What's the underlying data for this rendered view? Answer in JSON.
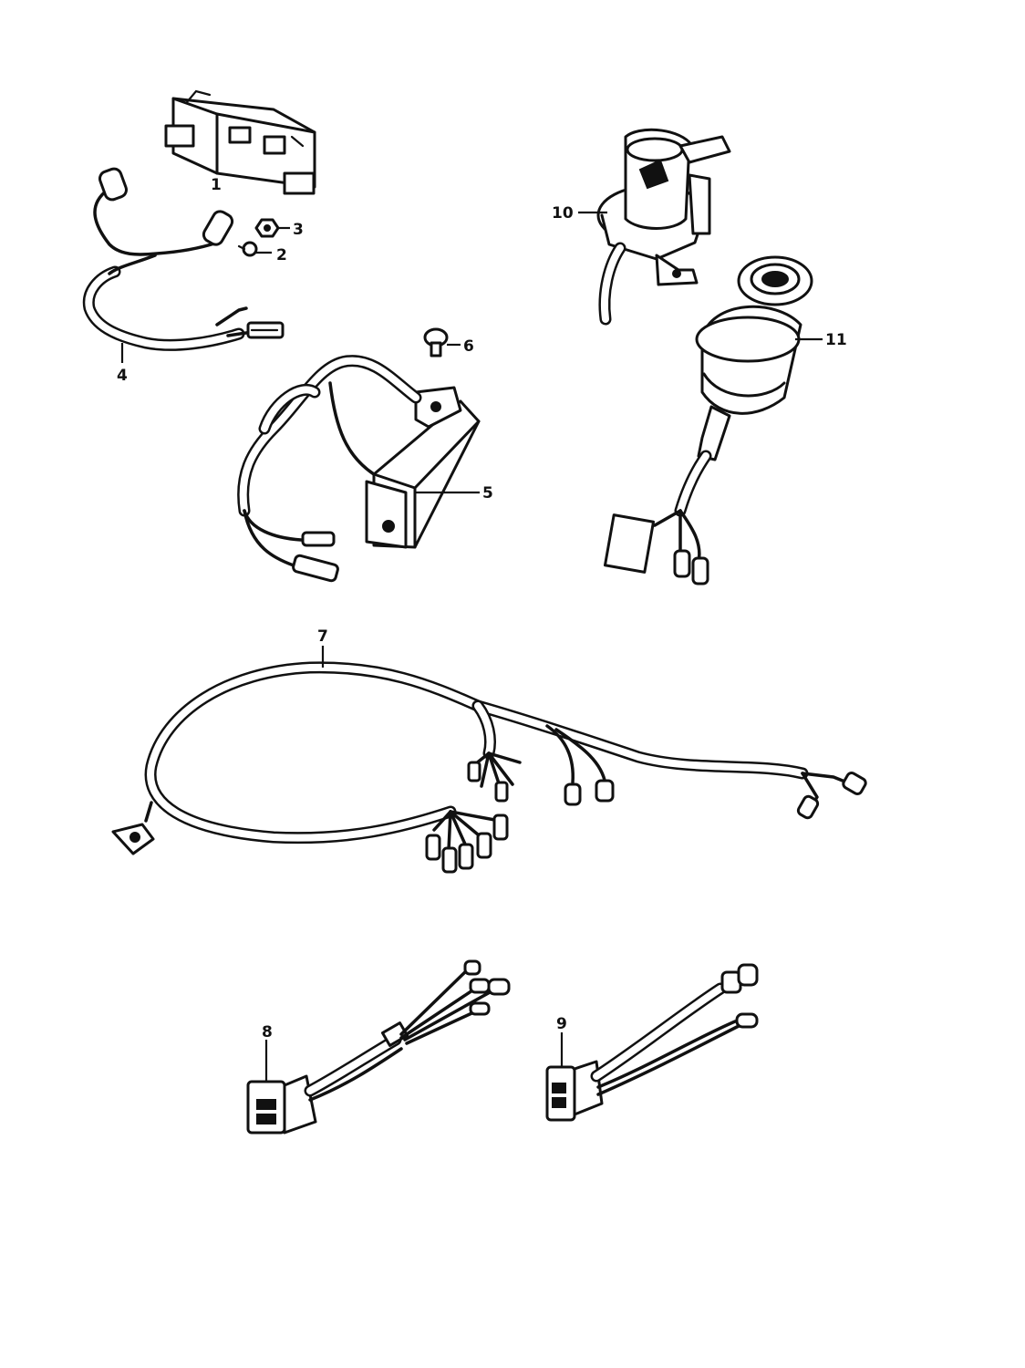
{
  "figure": {
    "callouts": [
      {
        "id": "part-1",
        "label": "1"
      },
      {
        "id": "part-2",
        "label": "2"
      },
      {
        "id": "part-3",
        "label": "3"
      },
      {
        "id": "part-4",
        "label": "4"
      },
      {
        "id": "part-5",
        "label": "5"
      },
      {
        "id": "part-6",
        "label": "6"
      },
      {
        "id": "part-7",
        "label": "7"
      },
      {
        "id": "part-8",
        "label": "8"
      },
      {
        "id": "part-9",
        "label": "9"
      },
      {
        "id": "part-10",
        "label": "10"
      },
      {
        "id": "part-11",
        "label": "11"
      }
    ]
  },
  "colors": {
    "ink": "#111111",
    "paper": "#ffffff"
  }
}
